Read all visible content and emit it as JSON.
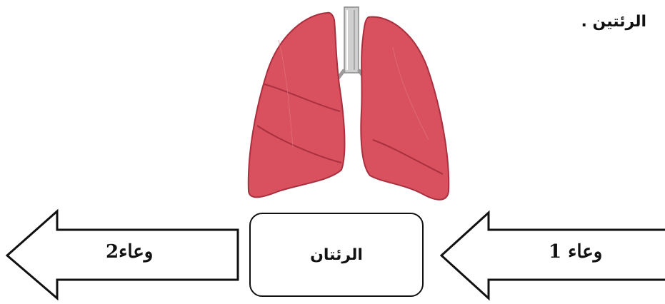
{
  "caption": "الرئتين .",
  "diagram": {
    "organ_label": "الرئتان",
    "incoming_vessel_label": "وعاء 1",
    "outgoing_vessel_label": "وعاء2"
  },
  "colors": {
    "lung_fill": "#d9505e",
    "lung_dark": "#b83848",
    "trachea": "#c8c8c8",
    "outline": "#111111"
  }
}
